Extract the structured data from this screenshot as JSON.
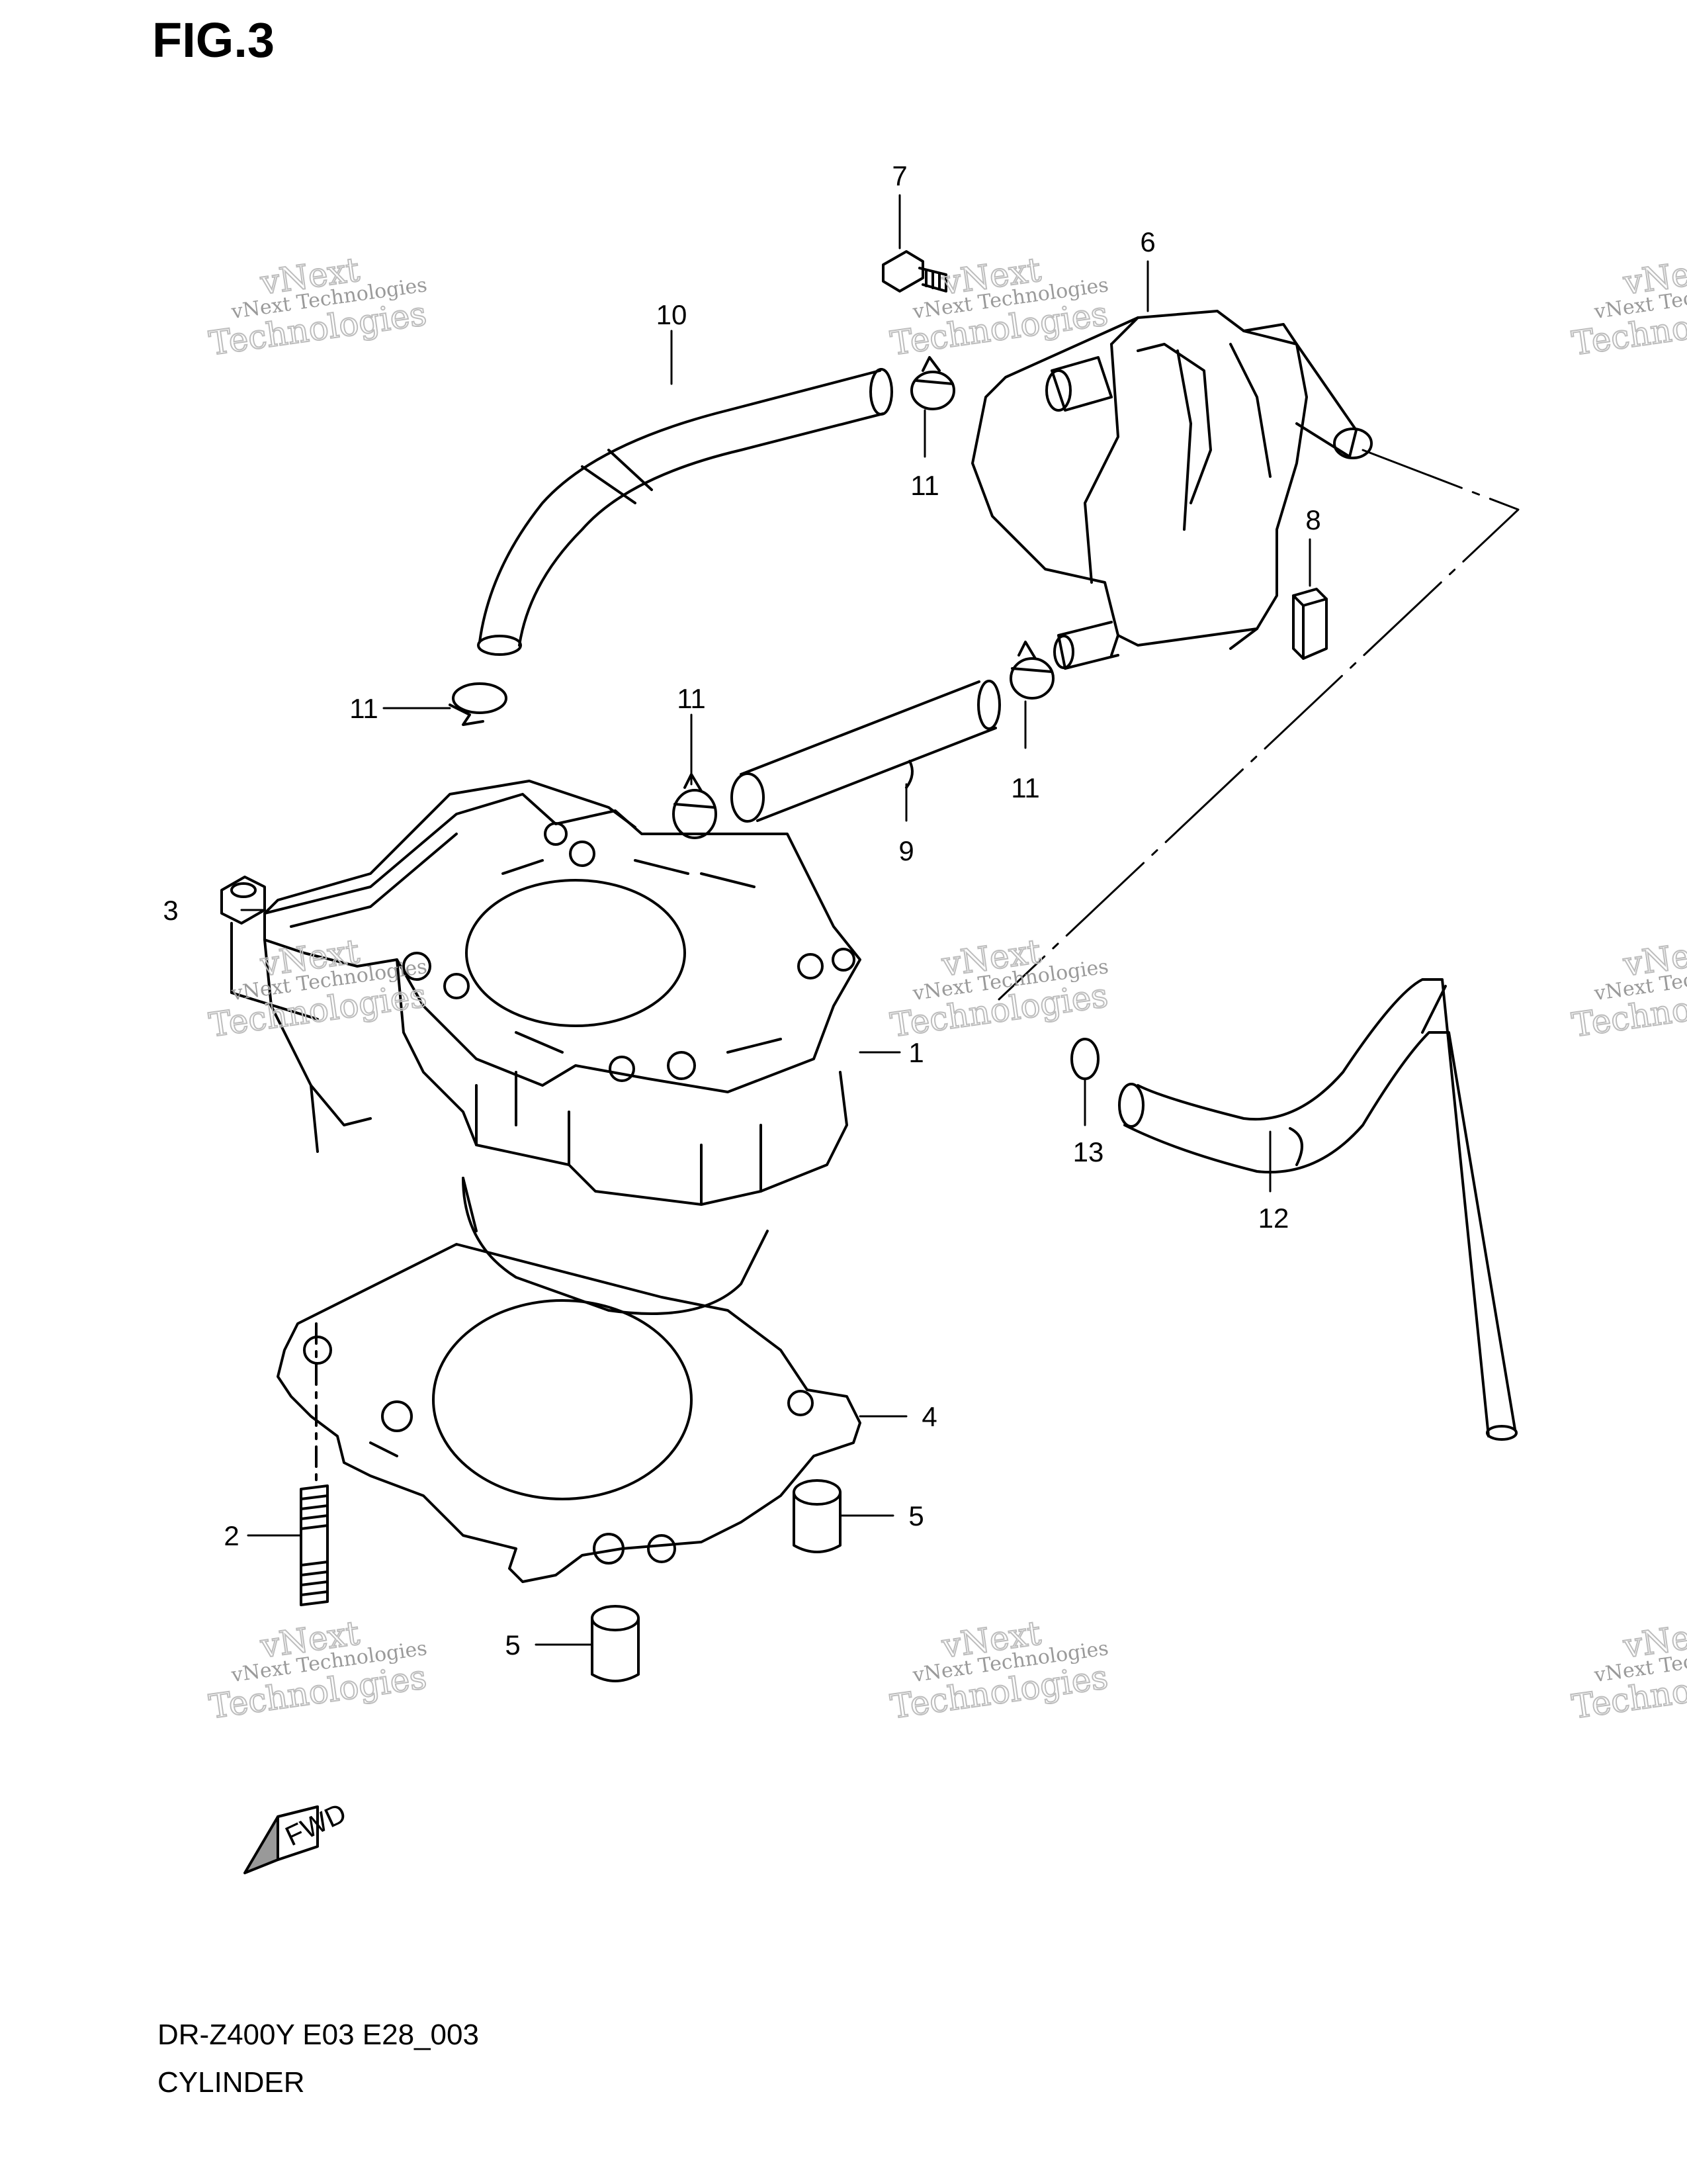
{
  "figure": {
    "title": "FIG.3",
    "model_code": "DR-Z400Y E03 E28_003",
    "section_name": "CYLINDER"
  },
  "callouts": [
    {
      "id": "c1",
      "label": "1"
    },
    {
      "id": "c2",
      "label": "2"
    },
    {
      "id": "c3",
      "label": "3"
    },
    {
      "id": "c4",
      "label": "4"
    },
    {
      "id": "c5a",
      "label": "5"
    },
    {
      "id": "c5b",
      "label": "5"
    },
    {
      "id": "c6",
      "label": "6"
    },
    {
      "id": "c7",
      "label": "7"
    },
    {
      "id": "c8",
      "label": "8"
    },
    {
      "id": "c9",
      "label": "9"
    },
    {
      "id": "c10",
      "label": "10"
    },
    {
      "id": "c11a",
      "label": "11"
    },
    {
      "id": "c11b",
      "label": "11"
    },
    {
      "id": "c11c",
      "label": "11"
    },
    {
      "id": "c11d",
      "label": "11"
    },
    {
      "id": "c12",
      "label": "12"
    },
    {
      "id": "c13",
      "label": "13"
    }
  ],
  "watermark": {
    "line1": "vNext Technologies",
    "line2": "vNext",
    "line3": "Technologies"
  },
  "fwd_arrow_label": "FWD",
  "colors": {
    "line": "#000000",
    "background": "#ffffff",
    "watermark": "#9a9a9a"
  }
}
